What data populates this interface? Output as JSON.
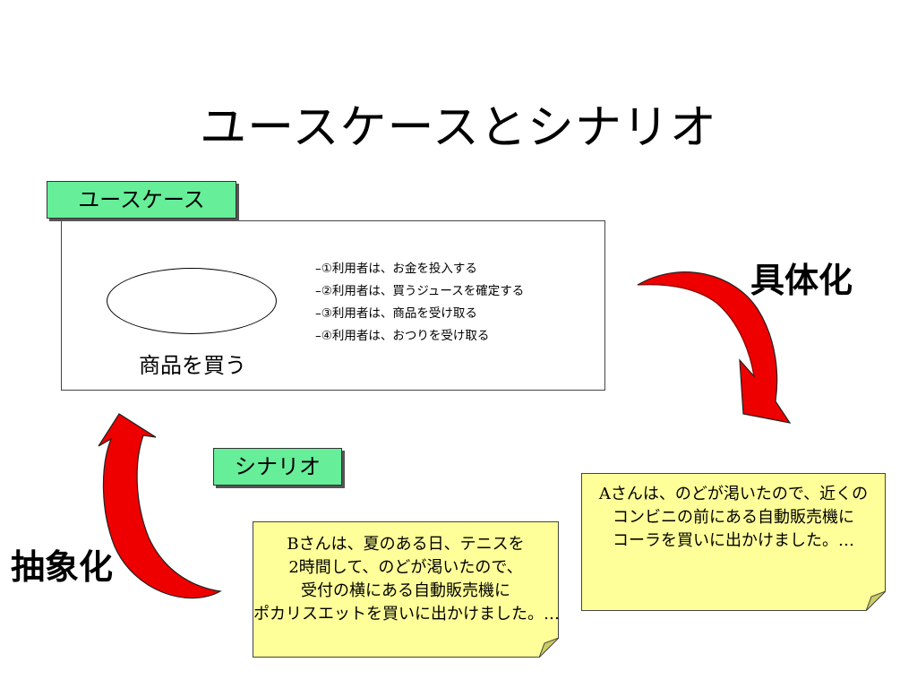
{
  "title": "ユースケースとシナリオ",
  "usecase": {
    "label": "ユースケース",
    "name": "商品を買う",
    "steps": [
      "–①利用者は、お金を投入する",
      "–②利用者は、買うジュースを確定する",
      "–③利用者は、商品を受け取る",
      "–④利用者は、おつりを受け取る"
    ]
  },
  "scenario": {
    "label": "シナリオ"
  },
  "arrows": {
    "concrete_label": "具体化",
    "abstract_label": "抽象化",
    "color": "#ee0000"
  },
  "notes": {
    "a": [
      "Aさんは、のどが渇いたので、近くの",
      "コンビニの前にある自動販売機に",
      "コーラを買いに出かけました。…"
    ],
    "b": [
      "Bさんは、夏のある日、テニスを",
      "2時間して、のどが渇いたので、",
      "受付の横にある自動販売機に",
      "ポカリスエットを買いに出かけました。…"
    ]
  },
  "colors": {
    "label_bg": "#66ee99",
    "note_bg": "#ffff99"
  }
}
